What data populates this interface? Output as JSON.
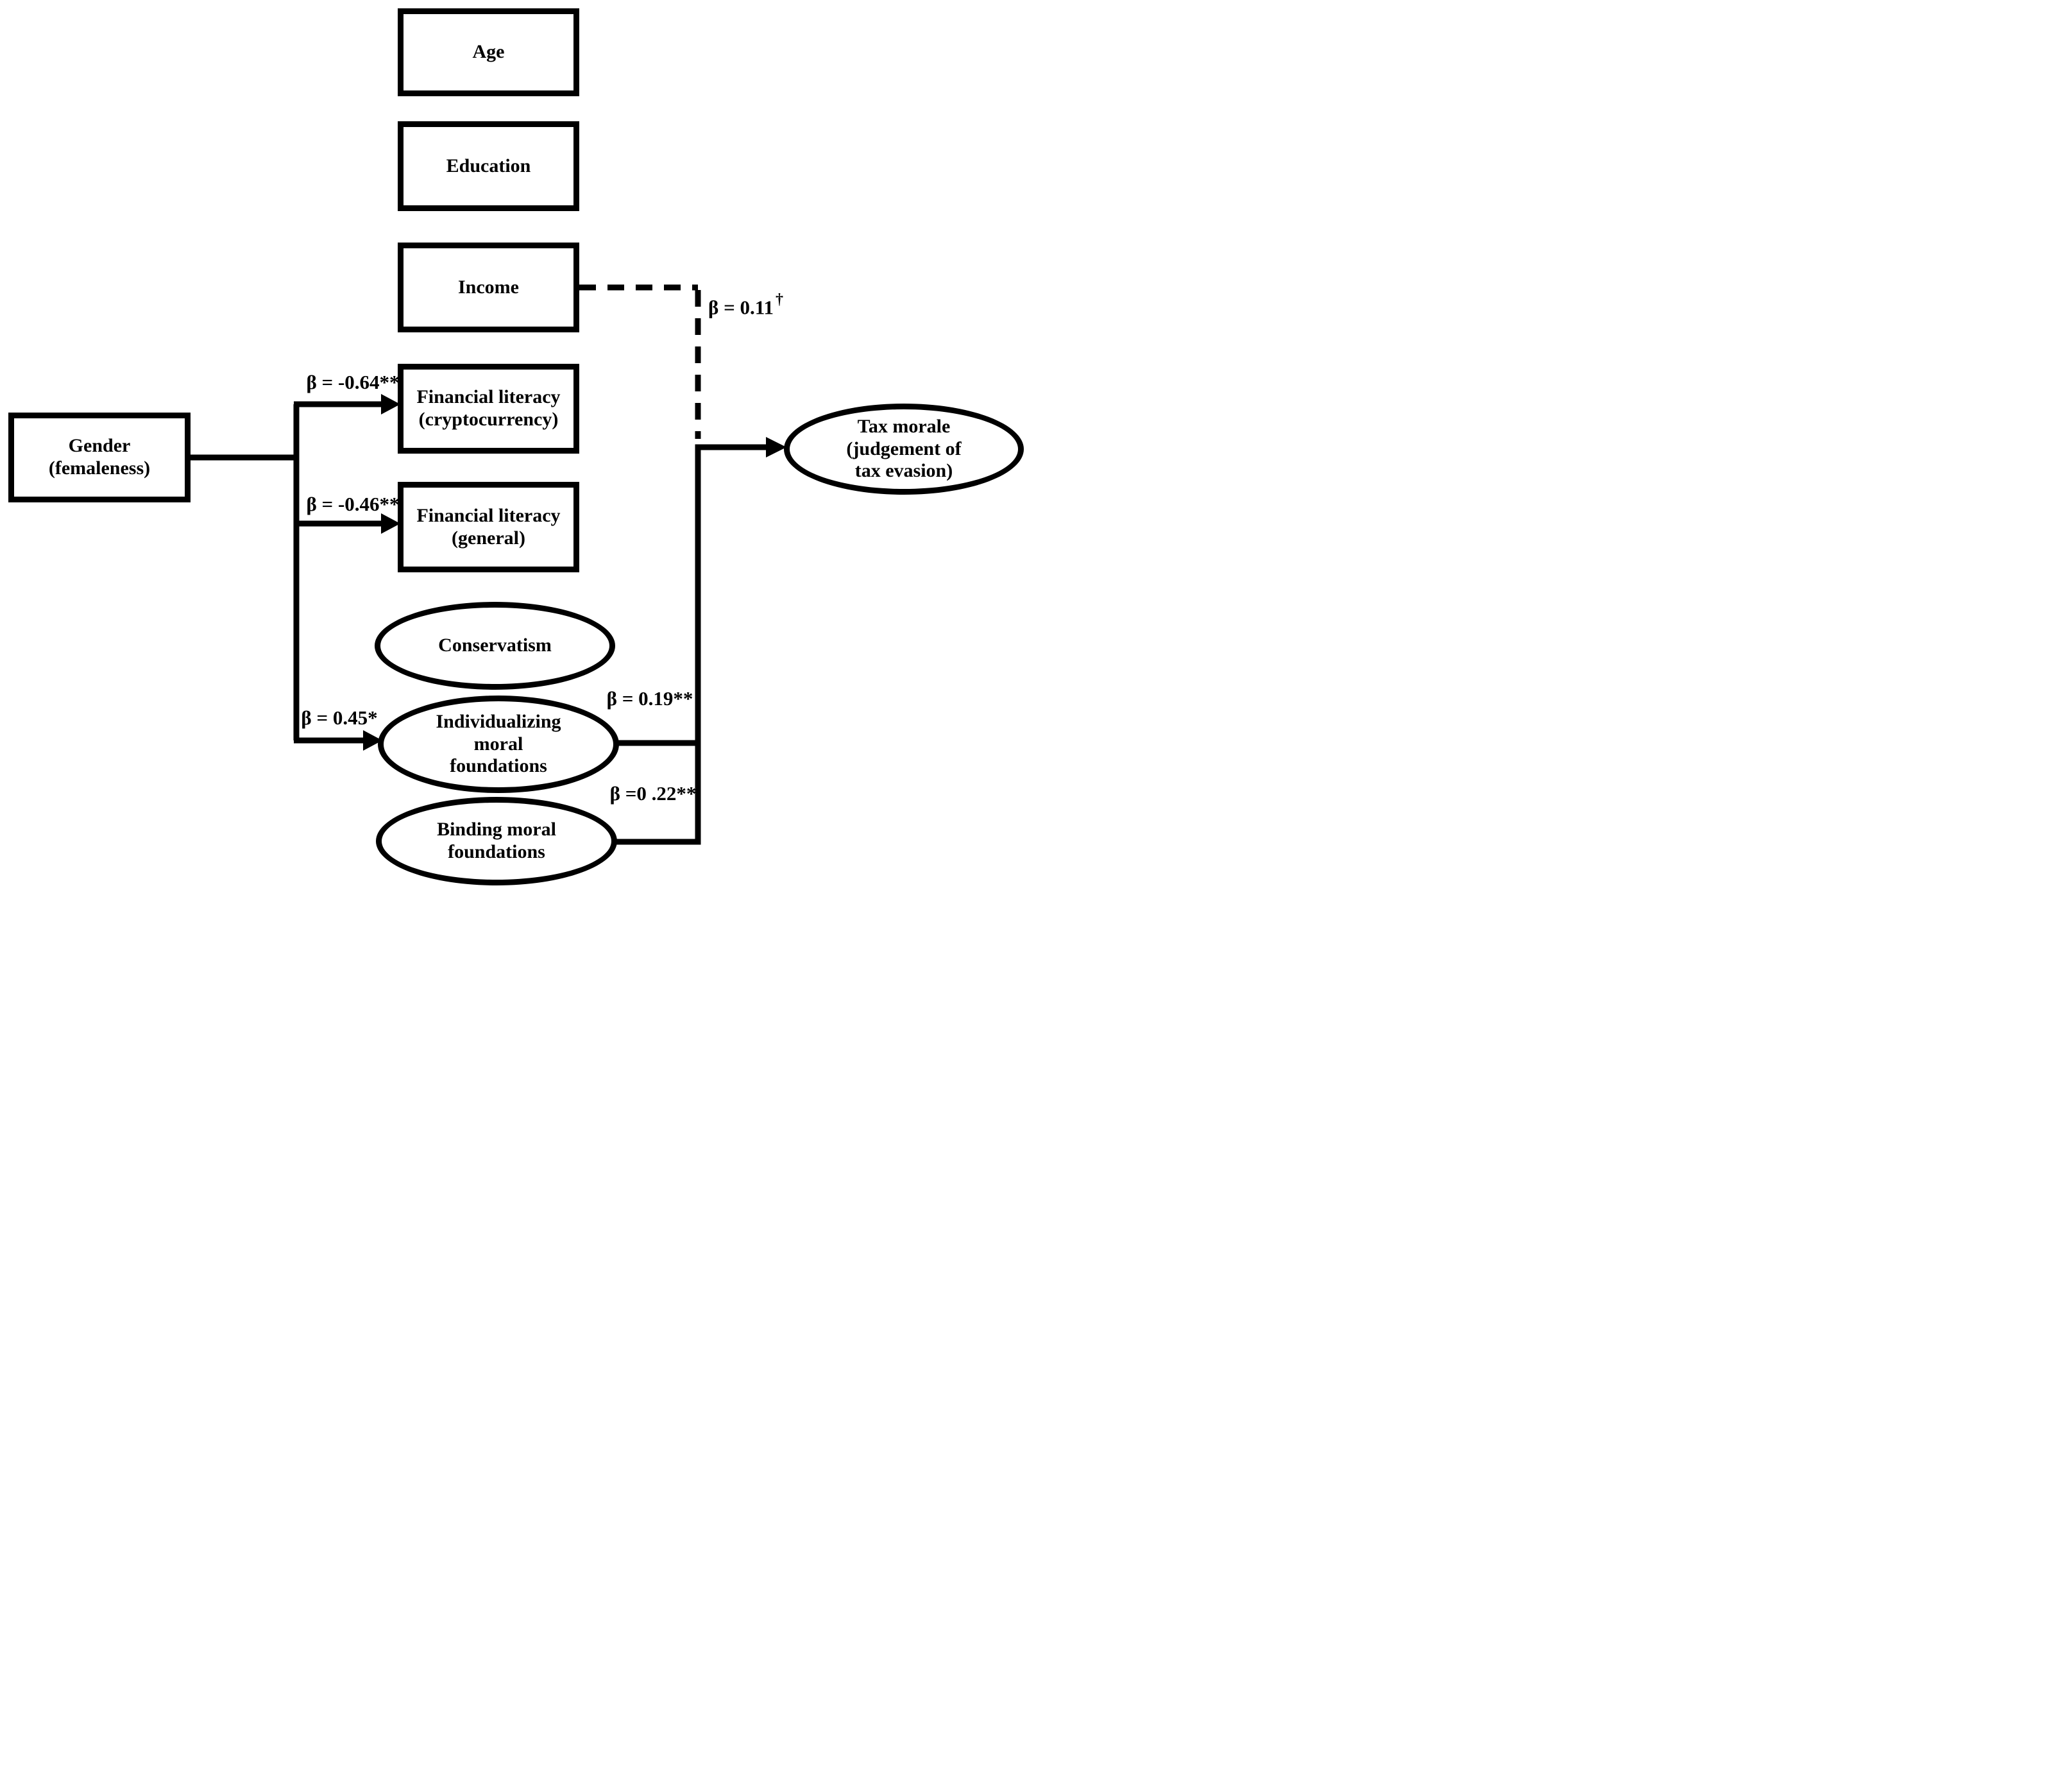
{
  "figure": {
    "type": "path-diagram",
    "colors": {
      "ink": "#000000",
      "background": "#ffffff"
    },
    "boxes": {
      "age": {
        "label": "Age"
      },
      "education": {
        "label": "Education"
      },
      "income": {
        "label": "Income"
      },
      "fin_lit_crypto": {
        "label": "Financial literacy\n(cryptocurrency)"
      },
      "fin_lit_general": {
        "label": "Financial literacy\n(general)"
      },
      "gender": {
        "label": "Gender\n(femaleness)"
      }
    },
    "ellipses": {
      "conservatism": {
        "label": "Conservatism"
      },
      "individualizing": {
        "label": "Individualizing\nmoral\nfoundations"
      },
      "binding": {
        "label": "Binding moral\nfoundations"
      },
      "tax_morale": {
        "label": "Tax morale\n(judgement of\ntax evasion)"
      }
    },
    "path_coefficients": {
      "gender_to_crypto": {
        "label": "β = -0.64**",
        "style": "solid"
      },
      "gender_to_general": {
        "label": "β = -0.46**",
        "style": "solid"
      },
      "gender_to_individualizing": {
        "label": "β = 0.45*",
        "style": "solid"
      },
      "income_to_tax_morale": {
        "label": "β = 0.11",
        "sup": "†",
        "style": "dashed"
      },
      "individualizing_to_tax_morale": {
        "label": "β = 0.19**",
        "style": "solid"
      },
      "binding_to_tax_morale": {
        "label": "β =0 .22**",
        "style": "solid"
      }
    }
  }
}
